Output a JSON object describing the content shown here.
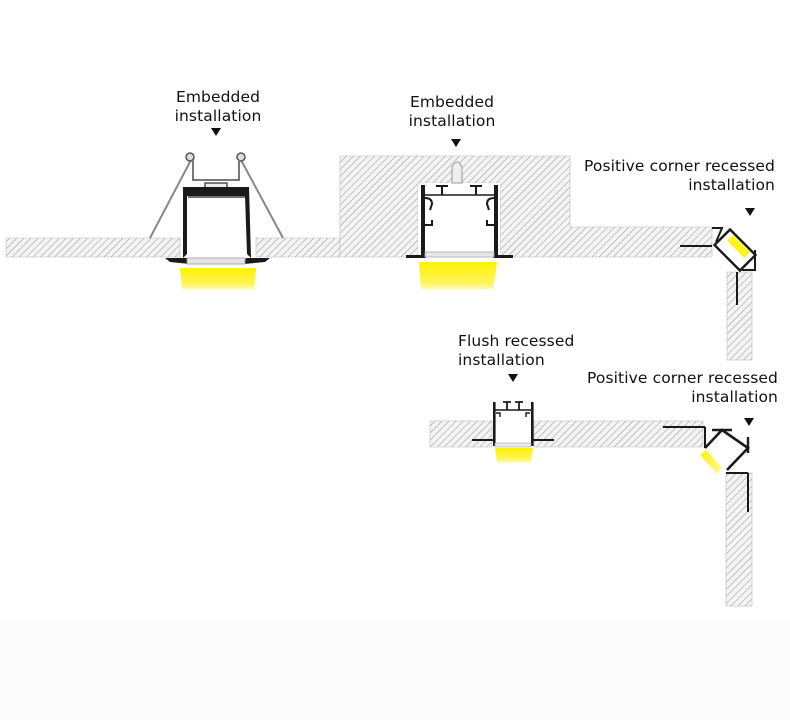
{
  "diagram": {
    "title": "LED aluminum profile installation methods",
    "colors": {
      "wall_hatch": "#9a9a9a",
      "wall_fill": "#f4f4f4",
      "profile": "#1a1a1a",
      "light": "#fff200",
      "light_fade": "#fffbd0",
      "text": "#111111",
      "footer": "#fdfcfd"
    },
    "callouts": [
      {
        "id": "embedded-1",
        "line1": "Embedded",
        "line2": "installation",
        "marker": "down-triangle-icon"
      },
      {
        "id": "embedded-2",
        "line1": "Embedded",
        "line2": "installation",
        "marker": "down-triangle-icon"
      },
      {
        "id": "corner-1",
        "line1": "Positive corner recessed",
        "line2": "installation",
        "marker": "down-triangle-icon"
      },
      {
        "id": "flush",
        "line1": "Flush recessed",
        "line2": "installation",
        "marker": "down-triangle-icon"
      },
      {
        "id": "corner-2",
        "line1": "Positive corner recessed",
        "line2": "installation",
        "marker": "down-triangle-icon"
      }
    ],
    "components": [
      "ceiling-slab-upper",
      "embedded-profile-with-spring-clips",
      "embedded-profile-with-mounting-bracket",
      "corner-profile-45deg",
      "ceiling-slab-lower",
      "flush-recessed-profile",
      "corner-profile-diamond"
    ]
  }
}
